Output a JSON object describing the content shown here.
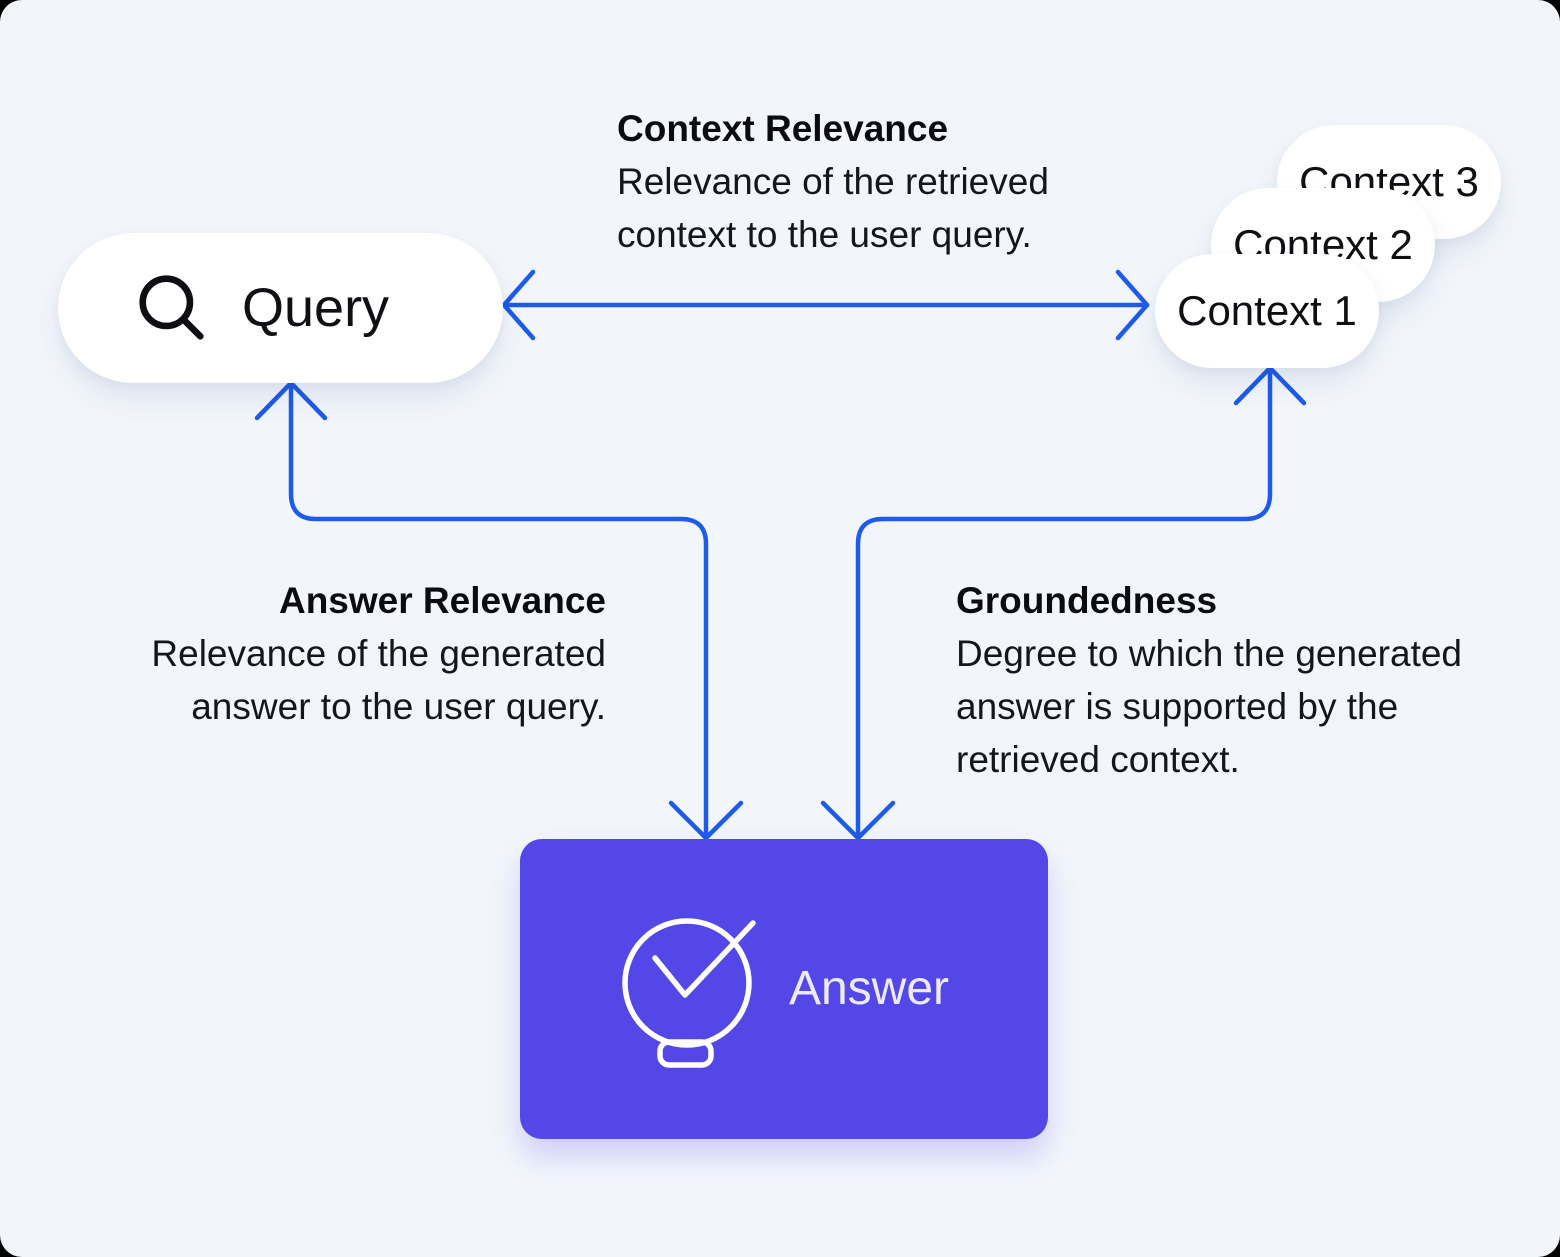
{
  "colors": {
    "background": "#f2f6fb",
    "arrow_blue": "#1d5be8",
    "answer_box_purple": "#5347e8",
    "pill_white": "#ffffff",
    "text_dark": "#101014",
    "answer_text": "#eceafc"
  },
  "nodes": {
    "query": {
      "label": "Query",
      "icon": "magnifier-icon"
    },
    "contexts": [
      {
        "label": "Context 1"
      },
      {
        "label": "Context 2"
      },
      {
        "label": "Context 3"
      }
    ],
    "answer": {
      "label": "Answer",
      "icon": "lightbulb-check-icon"
    }
  },
  "annotations": {
    "context_relevance": {
      "title": "Context Relevance",
      "description": "Relevance of the retrieved context to the user query."
    },
    "answer_relevance": {
      "title": "Answer Relevance",
      "description": "Relevance of the generated answer to the user query."
    },
    "groundedness": {
      "title": "Groundedness",
      "description": "Degree to which the generated answer is supported by the retrieved context."
    }
  }
}
